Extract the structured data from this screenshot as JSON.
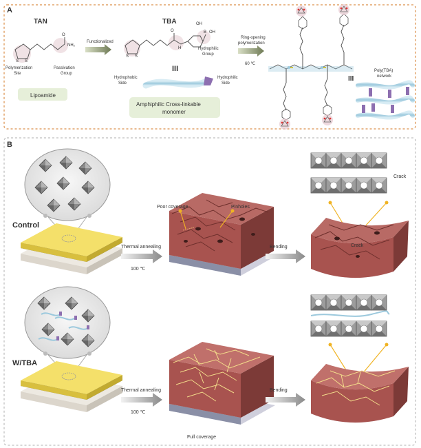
{
  "panel_a": {
    "letter": "A",
    "tan": {
      "title": "TAN",
      "polymerization": "Polymerization",
      "site": "Site",
      "passivation": "Passivation",
      "group": "Group",
      "nh2": "NH₂",
      "s1": "S",
      "s2": "S",
      "o": "O"
    },
    "functionalized": "Functionalized",
    "lipoamide": "Lipoamide",
    "tba": {
      "title": "TBA",
      "b": "B",
      "oh1": "OH",
      "oh2": "OH",
      "hydrophilic": "Hydrophilic",
      "group": "Group",
      "s1": "S",
      "s2": "S",
      "hn": "H",
      "o": "O"
    },
    "equiv": "III",
    "hydrophobic": "Hydrophobic",
    "side1": "Side",
    "hydrophilic2": "Hydrophilic",
    "side2": "Side",
    "monomer_line1": "Amphiphilic Cross-linkable",
    "monomer_line2": "monomer",
    "ring_opening": "Ring-opening",
    "polymerization": "polymerization",
    "temp": "60 ℃",
    "equiv2": "III",
    "poly_label1": "Poly(TBA)",
    "poly_label2": "network"
  },
  "panel_b": {
    "letter": "B",
    "control": "Control",
    "wtba": "W/TBA",
    "thermal1": "Thermal annealing",
    "temp1": "100 ℃",
    "thermal2": "Thermal annealing",
    "temp2": "100 ℃",
    "poor_coverage": "Poor coverage",
    "pinholes": "Pinholes",
    "bending1": "Bending",
    "bending2": "Bending",
    "crack1": "Crack",
    "crack2": "Crack",
    "full_coverage": "Full coverage"
  },
  "colors": {
    "dashed_border": "#e2a36a",
    "film_yellow": "#f4e06a",
    "perovskite": "#a8534f",
    "perovskite_dark": "#7c3a37",
    "crack_yellow": "#f3dc8a",
    "highlight_green": "#e6efd9",
    "orange_line": "#f0b323",
    "blue_polymer": "#9cc9dd",
    "purple_group": "#8d6fb0"
  }
}
